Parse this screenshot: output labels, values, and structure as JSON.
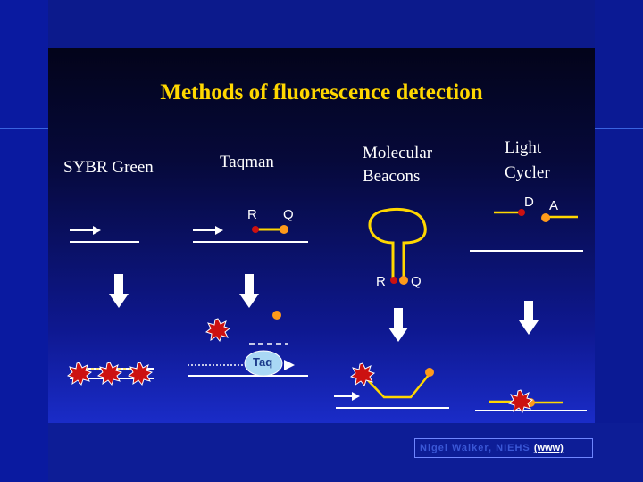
{
  "title": "Methods of fluorescence detection",
  "columns": {
    "sybr": "SYBR Green",
    "taqman": "Taqman",
    "beacons_line1": "Molecular",
    "beacons_line2": "Beacons",
    "cycler_line1": "Light",
    "cycler_line2": "Cycler"
  },
  "labels": {
    "taqman_r": "R",
    "taqman_q": "Q",
    "beacon_r": "R",
    "beacon_q": "Q",
    "cycler_d": "D",
    "cycler_a": "A",
    "taq": "Taq"
  },
  "credit": {
    "text": "Nigel Walker, NIEHS",
    "link": "(www)"
  },
  "colors": {
    "title": "#ffd700",
    "reporter": "#cc1111",
    "quencher": "#ff9a1a",
    "probe": "#ffd700",
    "dna": "#ffffff",
    "taq": "#a9d8f5"
  }
}
